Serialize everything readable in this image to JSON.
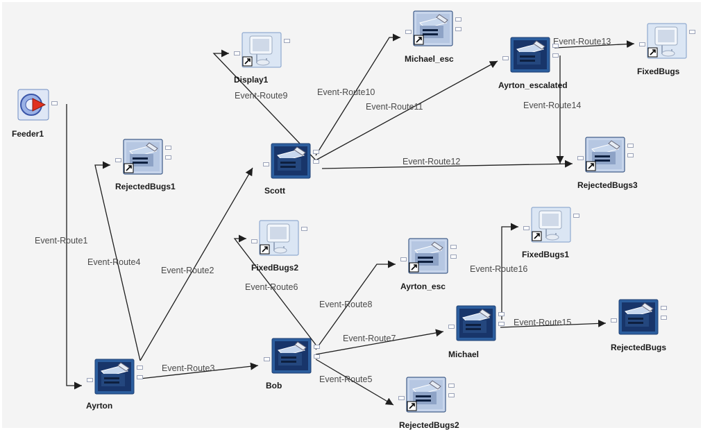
{
  "diagram": {
    "nodes": [
      {
        "id": "feeder1",
        "label": "Feeder1",
        "kind": "feeder"
      },
      {
        "id": "ayrton",
        "label": "Ayrton",
        "kind": "processor"
      },
      {
        "id": "rejectedbugs1",
        "label": "RejectedBugs1",
        "kind": "shortcut-processor"
      },
      {
        "id": "scott",
        "label": "Scott",
        "kind": "processor"
      },
      {
        "id": "display1",
        "label": "Display1",
        "kind": "display"
      },
      {
        "id": "michael_esc",
        "label": "Michael_esc",
        "kind": "shortcut-processor"
      },
      {
        "id": "ayrton_escalated",
        "label": "Ayrton_escalated",
        "kind": "processor"
      },
      {
        "id": "fixedbugs",
        "label": "FixedBugs",
        "kind": "display"
      },
      {
        "id": "rejectedbugs3",
        "label": "RejectedBugs3",
        "kind": "shortcut-processor"
      },
      {
        "id": "fixedbugs2",
        "label": "FixedBugs2",
        "kind": "display"
      },
      {
        "id": "bob",
        "label": "Bob",
        "kind": "processor"
      },
      {
        "id": "ayrton_esc",
        "label": "Ayrton_esc",
        "kind": "shortcut-processor"
      },
      {
        "id": "michael",
        "label": "Michael",
        "kind": "processor"
      },
      {
        "id": "fixedbugs1",
        "label": "FixedBugs1",
        "kind": "display"
      },
      {
        "id": "rejectedbugs",
        "label": "RejectedBugs",
        "kind": "processor"
      },
      {
        "id": "rejectedbugs2",
        "label": "RejectedBugs2",
        "kind": "shortcut-processor"
      }
    ],
    "routes": [
      {
        "id": "r1",
        "label": "Event-Route1",
        "from": "feeder1",
        "to": "ayrton"
      },
      {
        "id": "r2",
        "label": "Event-Route2",
        "from": "ayrton",
        "to": "scott"
      },
      {
        "id": "r3",
        "label": "Event-Route3",
        "from": "ayrton",
        "to": "bob"
      },
      {
        "id": "r4",
        "label": "Event-Route4",
        "from": "ayrton",
        "to": "rejectedbugs1"
      },
      {
        "id": "r5",
        "label": "Event-Route5",
        "from": "bob",
        "to": "rejectedbugs2"
      },
      {
        "id": "r6",
        "label": "Event-Route6",
        "from": "bob",
        "to": "fixedbugs2"
      },
      {
        "id": "r7",
        "label": "Event-Route7",
        "from": "bob",
        "to": "michael"
      },
      {
        "id": "r8",
        "label": "Event-Route8",
        "from": "bob",
        "to": "ayrton_esc"
      },
      {
        "id": "r9",
        "label": "Event-Route9",
        "from": "scott",
        "to": "display1"
      },
      {
        "id": "r10",
        "label": "Event-Route10",
        "from": "scott",
        "to": "michael_esc"
      },
      {
        "id": "r11",
        "label": "Event-Route11",
        "from": "scott",
        "to": "ayrton_escalated"
      },
      {
        "id": "r12",
        "label": "Event-Route12",
        "from": "scott",
        "to": "rejectedbugs3"
      },
      {
        "id": "r13",
        "label": "Event-Route13",
        "from": "ayrton_escalated",
        "to": "fixedbugs"
      },
      {
        "id": "r14",
        "label": "Event-Route14",
        "from": "ayrton_escalated",
        "to": "rejectedbugs3"
      },
      {
        "id": "r15",
        "label": "Event-Route15",
        "from": "michael",
        "to": "rejectedbugs"
      },
      {
        "id": "r16",
        "label": "Event-Route16",
        "from": "michael",
        "to": "fixedbugs1"
      }
    ]
  },
  "colors": {
    "background": "#f4f4f4",
    "wire": "#1e1e1e",
    "route_label": "#4a4a4a",
    "node_label": "#1a1a1a",
    "icon_frame": "#2c5e9e",
    "icon_screen": "#c8d8ee"
  }
}
